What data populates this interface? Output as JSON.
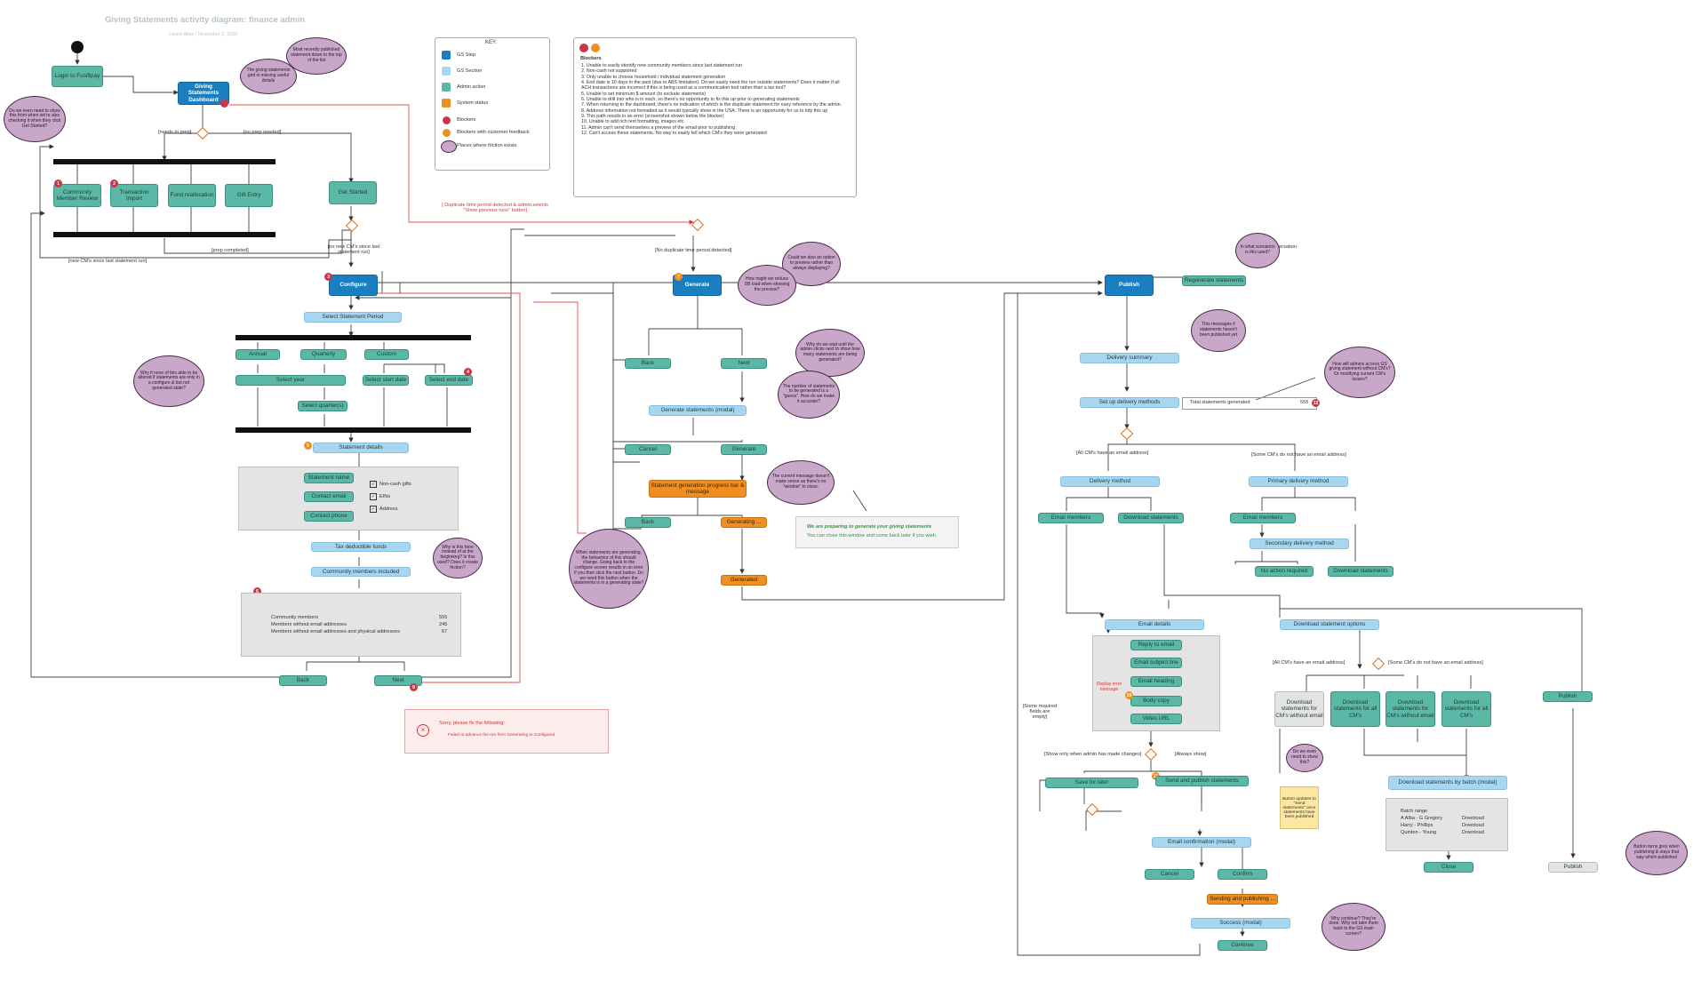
{
  "title": "Giving Statements activity diagram: finance admin",
  "subtitle": "Lorem Allen | November 2, 2020",
  "key": {
    "heading": "KEY:",
    "items": [
      "GS Step",
      "GS Section",
      "Admin action",
      "System status",
      "Blockers",
      "Blockers with customer feedback",
      "Places where friction exists"
    ]
  },
  "blockers": {
    "heading": "Blockers",
    "items": [
      "1.  Unable to easily identify new community members since last statement run",
      "2.  Non-cash not supported",
      "3.  Only unable to choose household / individual statement generation",
      "4.  End date is 10 days in the past (due to ABS limitation). Do we easily need the run outside statements? Does it matter if all ACH transactions are incorrect if this is being used as a communication tool rather than a tax tool?",
      "5.  Unable to set minimum $ amount (to exclude statements)",
      "6.  Unable to drill into who is in each, so there's no opportunity to fix this up prior to generating statements",
      "7.  When returning to the dashboard, there's no indication of which is the duplicate statement for easy reference by the admin.",
      "8.  Address information not formatted as it would typically show in the USA. There is an opportunity for us to tidy this up",
      "9.  This path results in an error (screenshot shown below the blocker)",
      "10. Unable to add rich text formatting, images etc.",
      "11. Admin can't send themselves a preview of the email prior to publishing",
      "12. Can't access these statements. No way to easily tell which CM's they were generated"
    ]
  },
  "nodes": {
    "login": "Login to Fusiftpay",
    "dashboard": "Giving Statements Dashboard",
    "community_review": "Community Member Review",
    "transaction_import": "Transaction Import",
    "fund_reallocation": "Fund reallocation",
    "gift_entry": "Gift Entry",
    "get_started": "Get Started",
    "configure": "Configure",
    "select_period": "Select Statement Period",
    "annual": "Annual",
    "quarterly": "Quarterly",
    "custom": "Custom",
    "select_year": "Select year",
    "select_start": "Select start date",
    "select_end": "Select end date",
    "select_quarter": "Select quarter(s)",
    "statement_details": "Statement details",
    "statement_name": "Statement name",
    "contact_email": "Contact email",
    "contact_phone": "Contact phone",
    "chk_noncash": "Non-cash gifts",
    "chk_eins": "EINs",
    "chk_address": "Address",
    "tax_deductible": "Tax deductible funds",
    "community_included": "Community members included",
    "cm_row1": "Community members",
    "cm_row1_val": "555",
    "cm_row2": "Members without email addresses",
    "cm_row2_val": "245",
    "cm_row3": "Members without email addresses and physical addresses",
    "cm_row3_val": "67",
    "back1": "Back",
    "next1": "Next",
    "generate": "Generate",
    "back2": "Back",
    "next2": "Next",
    "generate_modal": "Generate statements (modal)",
    "cancel1": "Cancel",
    "generate_btn": "Generate",
    "gen_progress": "Statement generation progress bar & message",
    "back3": "Back",
    "generating": "Generating ...",
    "generated": "Generated",
    "prep_msg1": "We are preparing to generate your giving statements",
    "prep_msg2": "You can close this window and come back later if you wish.",
    "error_title": "Sorry, please fix the following:",
    "error_item": "Failed to advance the run from Generating to Configured",
    "publish": "Publish",
    "regenerate": "Regenerate statements",
    "slack": "Slack conversation",
    "delivery_summary": "Delivery summary",
    "setup_delivery": "Set up delivery methods",
    "total_generated": "Total statements generated",
    "total_generated_val": "555",
    "delivery_method": "Delivery method",
    "primary_delivery": "Primary delivery method",
    "email_members1": "Email members",
    "download_statements1": "Download statements",
    "email_members2": "Email members",
    "secondary_delivery": "Secondary delivery method",
    "no_action": "No action required",
    "download_statements2": "Download statements",
    "email_details": "Email details",
    "reply_to": "Reply to email",
    "email_subject": "Email subject line",
    "email_heading": "Email heading",
    "body_copy": "Body copy",
    "video_url": "Video URL",
    "display_error": "Display error message",
    "save_later": "Save for later",
    "send_publish": "Send and publish statements",
    "email_confirm": "Email confirmation (modal)",
    "cancel2": "Cancel",
    "confirm": "Confirm",
    "sending": "Sending and publishing ...",
    "success": "Success (modal)",
    "continue": "Continue",
    "download_options": "Download statement options",
    "dl_without_email": "Download statements for CM's without email",
    "dl_all1": "Download statements for all CM's",
    "dl_without_email2": "Download statements for CM's without email",
    "dl_all2": "Download statements for all CM's",
    "download_batch": "Download statements by batch (modal)",
    "batch_range": "Batch range",
    "batch1": "A Alba - G Gregory",
    "batch2": "Harry - Phillips",
    "batch3": "Quinton - Young",
    "batch_dl": "Download",
    "close": "Close",
    "publish2": "Publish",
    "publish3": "Publish",
    "button_updates": "Button updates to \"Send statements\" once statements have been published"
  },
  "edges": {
    "needs_prep": "[needs to prep]",
    "no_prep": "[no prep needed]",
    "prep_completed": "[prep completed]",
    "new_cms": "[new CM's since last statement run]",
    "no_new_cms": "[no new CM's since last statement run]",
    "dup_detected": "[ Duplicate time period detected & admin selects \"Show previous runs\" button]",
    "no_dup": "[No duplicate time period detected]",
    "all_have_email": "[All CM's have an email address]",
    "some_no_email": "[Some CM's do not have an email address]",
    "all_have_email2": "[All CM's have an email address]",
    "some_no_email2": "[Some CM's do not have an email address]",
    "show_changes": "[Show only when admin has made changes]",
    "always_show": "[Always show]",
    "some_required_empty": "[Some required fields are empty]"
  },
  "clouds": {
    "c1": "Most recently published statement down to the top of the list",
    "c2": "The giving statements grid is missing useful details",
    "c3": "Do we even need to show this from when we're also checking it when they click Get Started?",
    "c4": "Why if none of this able to be altered if statements are only in a configure & but not generated state?",
    "c5": "Why is this here instead of at the beginning? Is this used? Does it create friction?",
    "c6": "When statements are generating, the behaviour of this should change. Going back to the configure screen results in an error if you then click the next button. Do we need this button when the statements is in a generating state?",
    "c7": "Could we also an option to preview rather than always displaying?",
    "c8": "How might we reduce DB load when showing the preview?",
    "c9": "Why do we wait until the admin clicks next to show how many statements are being generated?",
    "c10": "The number of statements to be generated is a \"guess\". How do we make it accurate?",
    "c11": "The current message doesn't make sense as there's no \"window\" to close.",
    "c12": "In what scenarios is this used?",
    "c13": "This messages if statements haven't been published yet",
    "c14": "How will admins access GS giving statement without CM's? Or modifying current CM's issues?",
    "c15": "Do we even need to show this?",
    "c16": "Button turns grey when publishing & stays that way which published",
    "c17": "Why continue? They're done. Why not take them back to the GS main screen?"
  },
  "colors": {
    "gs_step": "#1a7fc1",
    "gs_section": "#a8d6f1",
    "admin_action": "#5bb8a6",
    "system_status": "#ef8f22",
    "blocker": "#c8374a",
    "blocker_feedback": "#ef8f22",
    "friction": "#c9a7c9"
  }
}
